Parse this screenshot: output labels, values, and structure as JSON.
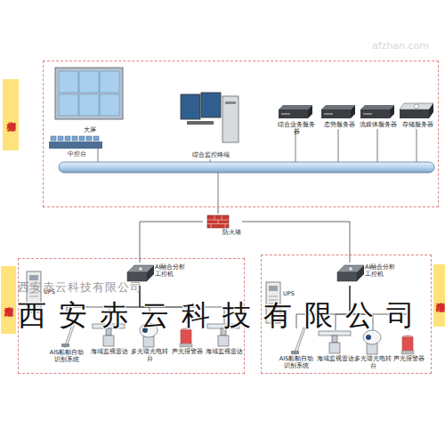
{
  "diagram": {
    "nodes": [
      {
        "text": [
          "指挥中心"
        ]
      },
      {
        "text": [
          "大屏"
        ],
        "in": 0
      },
      {
        "text": [
          "中控台"
        ],
        "in": 0
      },
      {
        "text": [
          "综合监控终端"
        ],
        "in": 0
      },
      {
        "text": [
          "综合业务服务器"
        ],
        "in": 0
      },
      {
        "text": [
          "态势服务器"
        ],
        "in": 0
      },
      {
        "text": [
          "流媒体服务器"
        ],
        "in": 0
      },
      {
        "text": [
          "存储服务器"
        ],
        "in": 0
      },
      {
        "text": [
          "防火墙"
        ]
      },
      {
        "text": [
          "大型岸端"
        ]
      },
      {
        "text": [
          "UPS"
        ],
        "in": 9
      },
      {
        "text": [
          "AI融合分析工控机"
        ],
        "in": 9
      },
      {
        "text": [
          "AIS船舶自动识别系统"
        ],
        "in": 9
      },
      {
        "text": [
          "海域监视雷达"
        ],
        "in": 9
      },
      {
        "text": [
          "多光谱光电转台"
        ],
        "in": 9
      },
      {
        "text": [
          "声光报警器"
        ],
        "in": 9
      },
      {
        "text": [
          "海域监视雷达"
        ],
        "in": 9
      },
      {
        "text": [
          "小型岸端"
        ]
      },
      {
        "text": [
          "UPS"
        ],
        "in": 17
      },
      {
        "text": [
          "AI融合分析工控机"
        ],
        "in": 17
      },
      {
        "text": [
          "AIS船舶自动识别系统"
        ],
        "in": 17
      },
      {
        "text": [
          "海域监视雷达"
        ],
        "in": 17
      },
      {
        "text": [
          "多光谱光电转台"
        ],
        "in": 17
      },
      {
        "text": [
          "声光报警器"
        ],
        "in": 17
      }
    ],
    "edges": [
      {
        "from": 0,
        "to": 8,
        "arrow": "none"
      },
      {
        "from": 8,
        "to": 11,
        "arrow": "none"
      },
      {
        "from": 8,
        "to": 19,
        "arrow": "none"
      },
      {
        "from": 11,
        "to": 12,
        "arrow": "none"
      },
      {
        "from": 11,
        "to": 13,
        "arrow": "none"
      },
      {
        "from": 11,
        "to": 14,
        "arrow": "none"
      },
      {
        "from": 11,
        "to": 15,
        "arrow": "none"
      },
      {
        "from": 11,
        "to": 16,
        "arrow": "none"
      },
      {
        "from": 19,
        "to": 20,
        "arrow": "none"
      },
      {
        "from": 19,
        "to": 21,
        "arrow": "none"
      },
      {
        "from": 19,
        "to": 22,
        "arrow": "none"
      },
      {
        "from": 19,
        "to": 23,
        "arrow": "none"
      }
    ],
    "labels": [
      "afzhan.com",
      "西安赤云科技有限公司",
      "西安赤云科技有限公司"
    ]
  }
}
